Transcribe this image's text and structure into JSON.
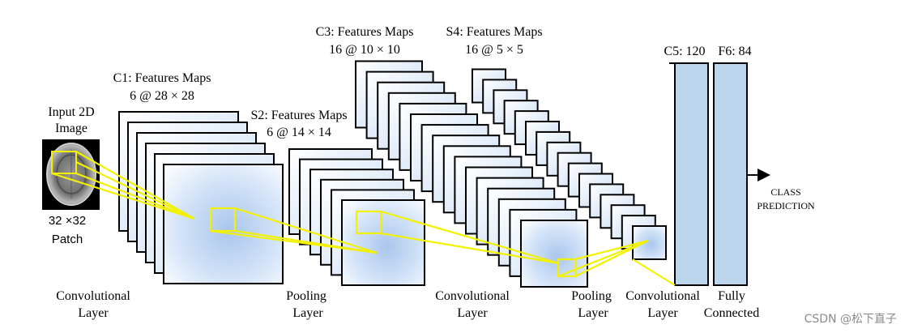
{
  "input": {
    "title_line1": "Input 2D",
    "title_line2": "Image",
    "patch_line1": "32 ×32",
    "patch_line2": "Patch"
  },
  "c1": {
    "title": "C1: Features Maps",
    "dims": "6 @ 28 × 28"
  },
  "s2": {
    "title": "S2: Features Maps",
    "dims": "6 @ 14 × 14"
  },
  "c3": {
    "title": "C3: Features Maps",
    "dims": "16 @ 10 × 10"
  },
  "s4": {
    "title": "S4: Features Maps",
    "dims": "16 @ 5 × 5"
  },
  "c5": {
    "title": "C5: 120"
  },
  "f6": {
    "title": "F6: 84"
  },
  "output": {
    "line1": "CLASS",
    "line2": "PREDICTION"
  },
  "layers": {
    "conv1_line1": "Convolutional",
    "conv1_line2": "Layer",
    "pool1_line1": "Pooling",
    "pool1_line2": "Layer",
    "conv2_line1": "Convolutional",
    "conv2_line2": "Layer",
    "pool2_line1": "Pooling",
    "pool2_line2": "Layer",
    "conv3_line1": "Convolutional",
    "conv3_line2": "Layer",
    "fc_line1": "Fully",
    "fc_line2": "Connected"
  },
  "watermark": "CSDN @松下直子",
  "colors": {
    "map_fill_light": "#dde9fb",
    "map_fill_dark": "#a9c6ec",
    "dense_fill": "#bcd6ee",
    "highlight": "#f2f200",
    "stroke": "#000000"
  }
}
